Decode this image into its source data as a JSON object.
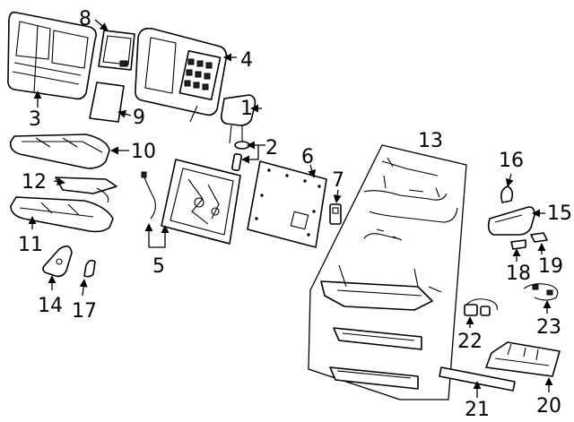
{
  "callouts": {
    "c1": "1",
    "c2": "2",
    "c3": "3",
    "c4": "4",
    "c5": "5",
    "c6": "6",
    "c7": "7",
    "c8": "8",
    "c9": "9",
    "c10": "10",
    "c11": "11",
    "c12": "12",
    "c13": "13",
    "c14": "14",
    "c15": "15",
    "c16": "16",
    "c17": "17",
    "c18": "18",
    "c19": "19",
    "c20": "20",
    "c21": "21",
    "c22": "22",
    "c23": "23"
  },
  "colors": {
    "line": "#000000",
    "background": "#ffffff"
  }
}
